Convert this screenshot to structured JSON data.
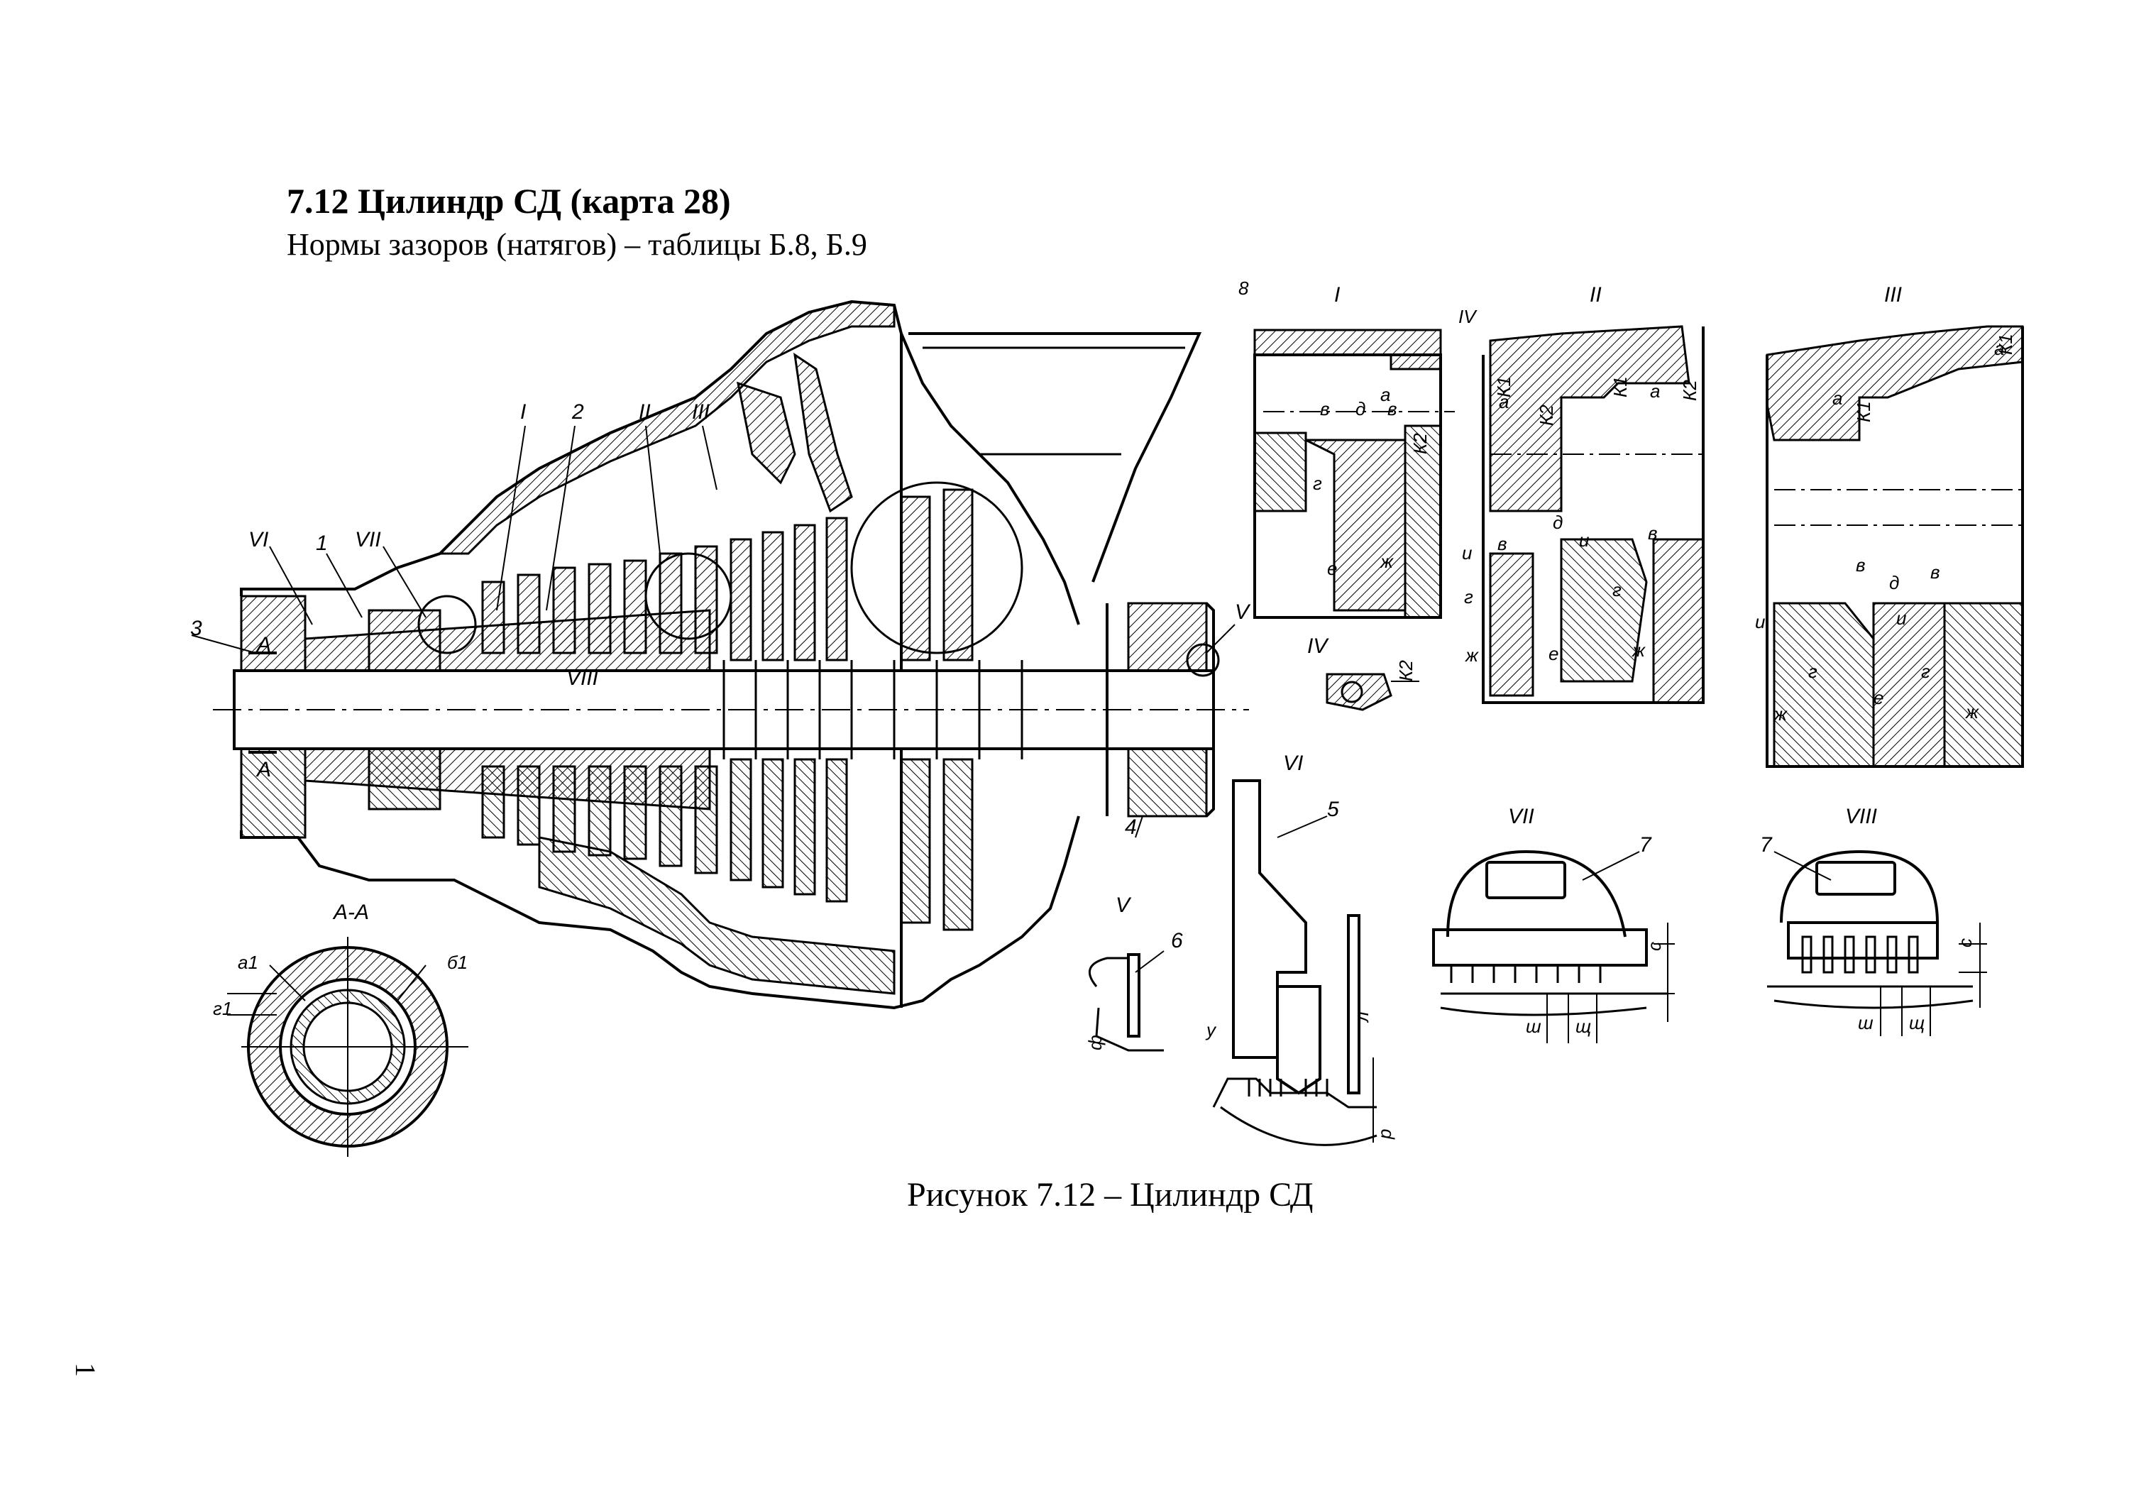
{
  "document": {
    "heading": "7.12 Цилиндр СД (карта 28)",
    "subheading": "Нормы зазоров (натягов) – таблицы Б.8, Б.9",
    "caption": "Рисунок 7.12 – Цилиндр СД",
    "page_number": "1"
  },
  "labels": {
    "detail_I": "I",
    "detail_2": "2",
    "detail_II": "II",
    "detail_III": "III",
    "detail_VI": "VI",
    "detail_1": "1",
    "detail_VII": "VII",
    "detail_3": "3",
    "detail_VIII": "VIII",
    "detail_V": "V",
    "detail_4": "4",
    "detail_A1": "А",
    "detail_A2": "А",
    "section_AA": "А-А",
    "a1": "а1",
    "b1": "б1",
    "g1": "г1",
    "inset_8": "8",
    "inset_I": "I",
    "inset_IV": "IV",
    "inset_II": "II",
    "inset_III": "III",
    "iv_sub": "IV",
    "k2_iv": "К2",
    "inset_VI": "VI",
    "num_5": "5",
    "inset_V": "V",
    "num_6": "6",
    "f": "ф",
    "u": "у",
    "l": "л",
    "r": "р",
    "inset_VII": "VII",
    "num_7a": "7",
    "c1": "с",
    "sh1": "ш",
    "sch1": "щ",
    "inset_VIII": "VIII",
    "num_7b": "7",
    "c2": "с",
    "sh2": "ш",
    "sch2": "щ",
    "i_a": "а",
    "i_v1": "в",
    "i_d": "д",
    "i_v2": "в",
    "i_g": "г",
    "i_e": "е",
    "i_zh": "ж",
    "i_k2": "К2",
    "ii_a1": "а",
    "ii_k1a": "К1",
    "ii_k2a": "К2",
    "ii_k1b": "К1",
    "ii_a2": "а",
    "ii_k2b": "К2",
    "ii_v1": "в",
    "ii_i1": "и",
    "ii_d": "д",
    "ii_i2": "и",
    "ii_v2": "в",
    "ii_g1": "г",
    "ii_g2": "г",
    "ii_zh1": "ж",
    "ii_e": "е",
    "ii_zh2": "ж",
    "iii_a1": "а",
    "iii_k1a": "К1",
    "iii_a2": "а",
    "iii_k1b": "К1",
    "iii_v1": "в",
    "iii_d": "д",
    "iii_v2": "в",
    "iii_i1": "и",
    "iii_i2": "и",
    "iii_g1": "г",
    "iii_g2": "г",
    "iii_zh1": "ж",
    "iii_e": "е",
    "iii_zh2": "ж"
  }
}
